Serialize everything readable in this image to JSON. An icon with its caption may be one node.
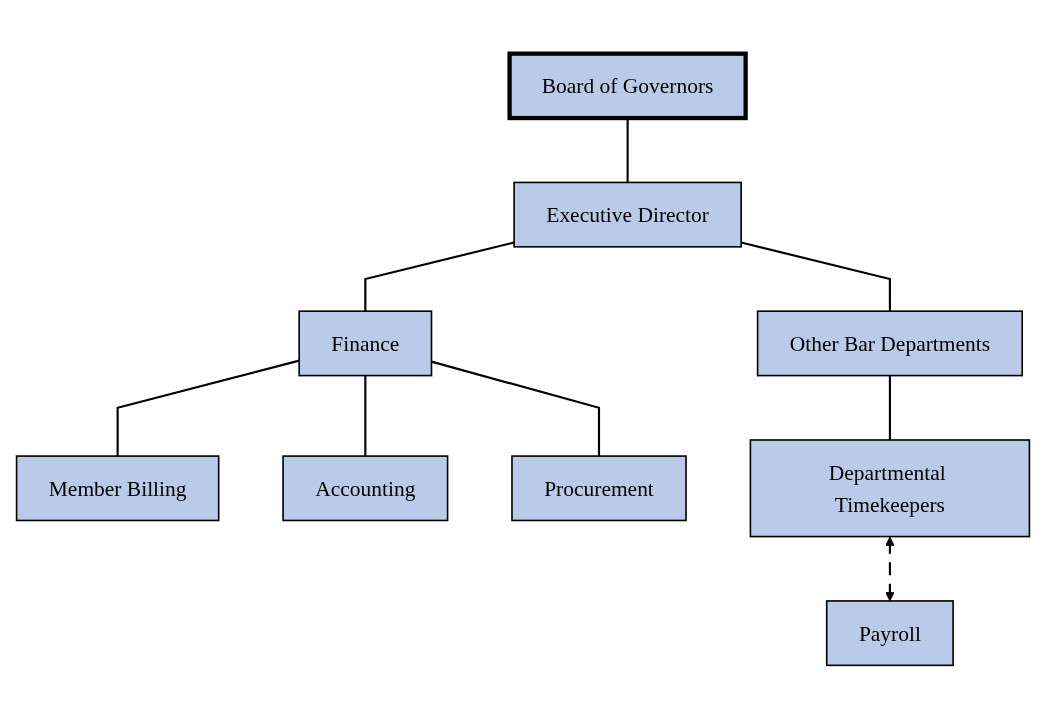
{
  "diagram": {
    "nodes": [
      {
        "text": [
          "Board of Governors"
        ]
      },
      {
        "text": [
          "Executive Director"
        ]
      },
      {
        "text": [
          "Other Bar Departments"
        ]
      },
      {
        "text": [
          "Finance"
        ]
      },
      {
        "text": [
          "Member Billing"
        ]
      },
      {
        "text": [
          "Accounting"
        ]
      },
      {
        "text": [
          "Procurement"
        ]
      },
      {
        "text": [
          "Departmental Timekeepers"
        ]
      },
      {
        "text": [
          "Payroll"
        ]
      }
    ],
    "edges": [
      {
        "from": 0,
        "to": 1,
        "arrow": "none"
      },
      {
        "from": 1,
        "to": 2,
        "arrow": "none"
      },
      {
        "from": 1,
        "to": 3,
        "arrow": "none"
      },
      {
        "from": 3,
        "to": 4,
        "arrow": "none"
      },
      {
        "from": 3,
        "to": 5,
        "arrow": "none"
      },
      {
        "from": 3,
        "to": 6,
        "arrow": "none"
      },
      {
        "from": 2,
        "to": 7,
        "arrow": "none"
      },
      {
        "from": 7,
        "to": 8,
        "arrow": "both",
        "style": "dashed"
      }
    ]
  }
}
